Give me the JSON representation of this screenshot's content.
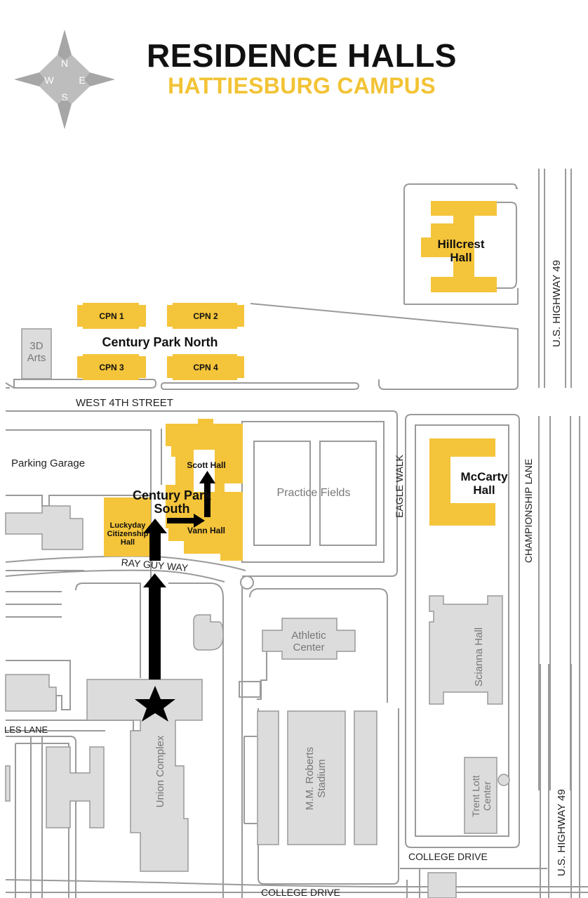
{
  "header": {
    "title": "RESIDENCE HALLS",
    "subtitle": "HATTIESBURG CAMPUS"
  },
  "compass": {
    "n": "N",
    "s": "S",
    "e": "E",
    "w": "W"
  },
  "colors": {
    "residence": "#f4c43a",
    "building": "#dcdcdc",
    "road_stroke": "#9a9a9a",
    "arrow": "#000000"
  },
  "streets": {
    "west_4th": "WEST 4TH STREET",
    "ray_guy": "RAY GUY WAY",
    "eagle_walk": "EAGLE WALK",
    "championship": "CHAMPIONSHIP LANE",
    "hwy_top": "U.S. HIGHWAY 49",
    "hwy_bottom": "U.S. HIGHWAY 49",
    "college_right": "COLLEGE DRIVE",
    "college_bottom": "COLLEGE DRIVE",
    "les_lane": "LES LANE"
  },
  "residence_halls": {
    "hillcrest_1": "Hillcrest",
    "hillcrest_2": "Hall",
    "cpn1": "CPN 1",
    "cpn2": "CPN 2",
    "cpn3": "CPN 3",
    "cpn4": "CPN 4",
    "cpn_group": "Century Park North",
    "cps_1": "Century Park",
    "cps_2": "South",
    "scott": "Scott Hall",
    "vann": "Vann Hall",
    "luckyday_1": "Luckyday",
    "luckyday_2": "Citizenship",
    "luckyday_3": "Hall",
    "mccarty_1": "McCarty",
    "mccarty_2": "Hall"
  },
  "other_buildings": {
    "arts_1": "3D",
    "arts_2": "Arts",
    "parking": "Parking Garage",
    "practice": "Practice Fields",
    "athletic_1": "Athletic",
    "athletic_2": "Center",
    "scianna": "Scianna Hall",
    "union": "Union Complex",
    "stadium_1": "M.M. Roberts",
    "stadium_2": "Stadium",
    "trent_1": "Trent Lott",
    "trent_2": "Center"
  }
}
